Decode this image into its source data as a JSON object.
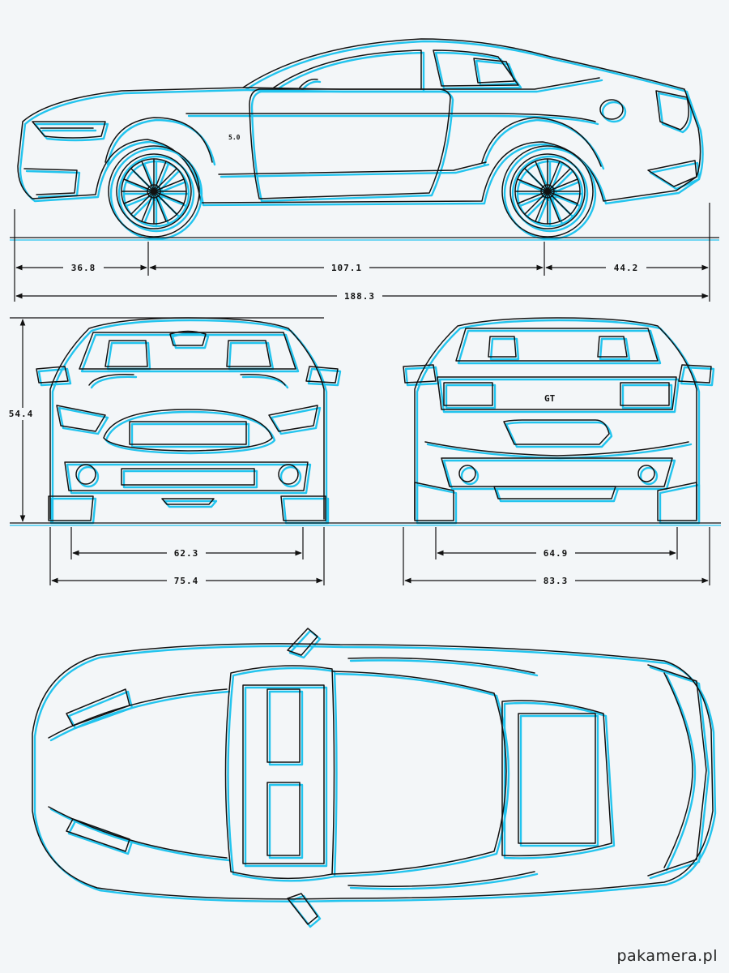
{
  "dimensions": {
    "front_overhang": "36.8",
    "wheelbase": "107.1",
    "rear_overhang": "44.2",
    "overall_length": "188.3",
    "height": "54.4",
    "front_track": "62.3",
    "front_width": "75.4",
    "rear_track": "64.9",
    "rear_width": "83.3"
  },
  "badges": {
    "side_badge": "5.0",
    "rear_badge": "GT"
  },
  "watermark": "pakamera.pl",
  "colors": {
    "line": "#111111",
    "accent": "#22c4ee",
    "paper": "#f3f6f8"
  }
}
